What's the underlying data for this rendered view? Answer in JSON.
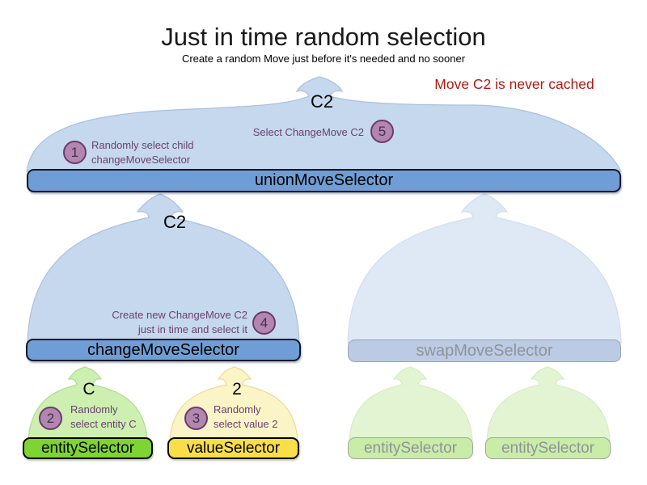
{
  "title": "Just in time random selection",
  "subtitle": "Create a random Move just before it's needed and no sooner",
  "note": "Move C2 is never cached",
  "selectors": {
    "union": {
      "label": "unionMoveSelector",
      "move": "C2"
    },
    "change": {
      "label": "changeMoveSelector",
      "move": "C2"
    },
    "swap": {
      "label": "swapMoveSelector"
    },
    "entity": {
      "label": "entitySelector",
      "move": "C"
    },
    "value": {
      "label": "valueSelector",
      "move": "2"
    },
    "entity_faded_1": {
      "label": "entitySelector"
    },
    "entity_faded_2": {
      "label": "entitySelector"
    }
  },
  "steps": [
    {
      "num": "1",
      "line1": "Randomly select child",
      "line2": "changeMoveSelector"
    },
    {
      "num": "2",
      "line1": "Randomly",
      "line2": "select entity C"
    },
    {
      "num": "3",
      "line1": "Randomly",
      "line2": "select value 2"
    },
    {
      "num": "4",
      "line1": "Create new ChangeMove C2",
      "line2": "just in time and select it"
    },
    {
      "num": "5",
      "line1": "Select ChangeMove C2",
      "line2": ""
    }
  ],
  "colors": {
    "mound_blue": "#c5d8ee",
    "mound_blue_stroke": "#a9c0de",
    "mound_blue_faded": "#dfe8f5",
    "mound_blue_faded_stroke": "#d2def0",
    "mound_green": "#cdefb0",
    "mound_green_stroke": "#b0dc8e",
    "mound_green_faded": "#e3f4d3",
    "mound_green_faded_stroke": "#d7ecc2",
    "mound_yellow": "#faf4c6",
    "mound_yellow_stroke": "#eadc96",
    "bar_blue": "#6f9ed6",
    "bar_blue_faded": "#bccbe4",
    "bar_green": "#7dd433",
    "bar_green_faded": "#c9eca8",
    "bar_yellow": "#f8df4a",
    "bar_dark_border": "#101826",
    "bar_faded_border": "#98a2b0",
    "bar_green_faded_border": "#9dab90",
    "faded_text": "#8f9399",
    "circle_fill": "#b287af",
    "circle_border": "#6c3a6b",
    "circle_text": "#4b2b50",
    "step_text": "#6b4170",
    "note_red": "#b01a12",
    "title_text": "#1a1a1a"
  }
}
